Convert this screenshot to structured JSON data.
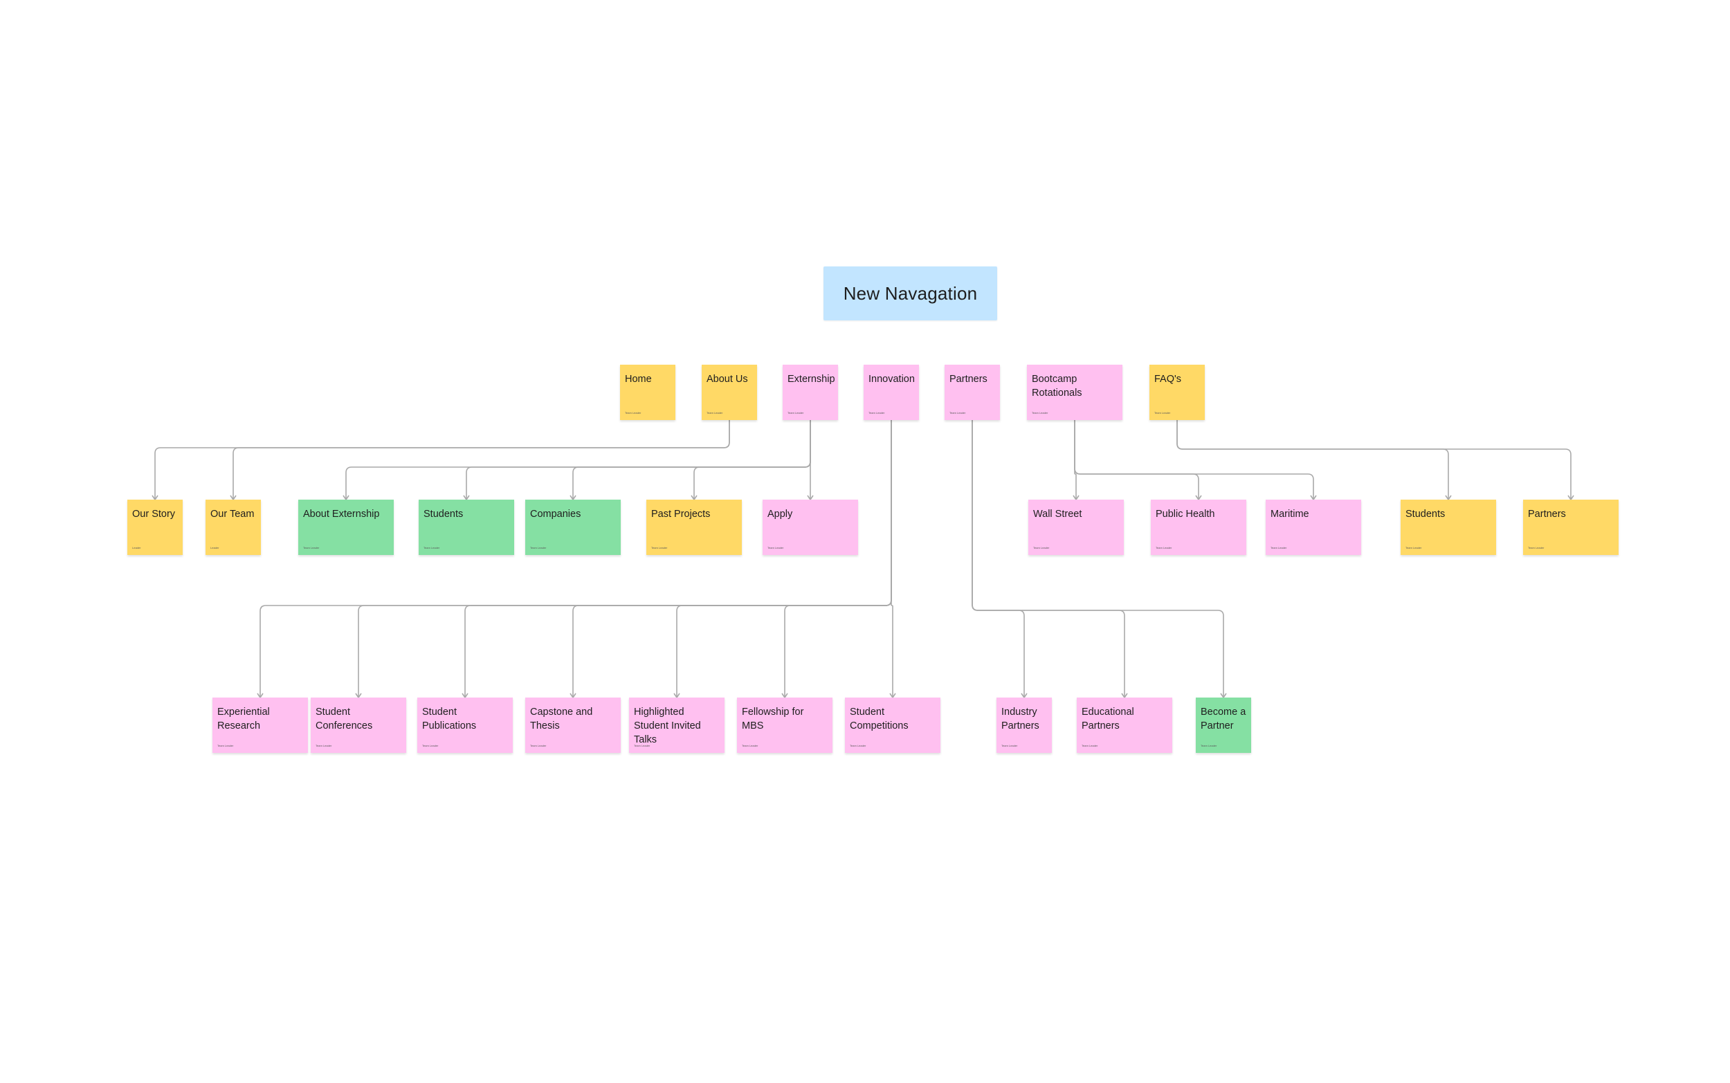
{
  "board": {
    "title": "New Navagation"
  },
  "colors": {
    "yellow": "#ffd966",
    "pink": "#ffc0f0",
    "green": "#85e0a3",
    "title_fill": "#c2e5ff",
    "connector": "#a9a9a9"
  },
  "stickies": [
    {
      "id": "home",
      "label": "Home",
      "color": "yellow",
      "author": "Team Leader"
    },
    {
      "id": "about-us",
      "label": "About Us",
      "color": "yellow",
      "author": "Team Leader"
    },
    {
      "id": "externship",
      "label": "Externship",
      "color": "pink",
      "author": "Team Leader"
    },
    {
      "id": "innovation",
      "label": "Innovation",
      "color": "pink",
      "author": "Team Leader"
    },
    {
      "id": "partners",
      "label": "Partners",
      "color": "pink",
      "author": "Team Leader"
    },
    {
      "id": "bootcamp-rotationals",
      "label": "Bootcamp Rotationals",
      "color": "pink",
      "author": "Team Leader"
    },
    {
      "id": "faqs",
      "label": "FAQ's",
      "color": "yellow",
      "author": "Team Leader"
    },
    {
      "id": "our-story",
      "label": "Our Story",
      "color": "yellow",
      "author": "Leader"
    },
    {
      "id": "our-team",
      "label": "Our Team",
      "color": "yellow",
      "author": "Leader"
    },
    {
      "id": "about-externship",
      "label": "About Externship",
      "color": "green",
      "author": "Team Leader"
    },
    {
      "id": "students-ext",
      "label": "Students",
      "color": "green",
      "author": "Team Leader"
    },
    {
      "id": "companies",
      "label": "Companies",
      "color": "green",
      "author": "Team Leader"
    },
    {
      "id": "past-projects",
      "label": "Past Projects",
      "color": "yellow",
      "author": "Team Leader"
    },
    {
      "id": "apply",
      "label": "Apply",
      "color": "pink",
      "author": "Team Leader"
    },
    {
      "id": "wall-street",
      "label": "Wall Street",
      "color": "pink",
      "author": "Team Leader"
    },
    {
      "id": "public-health",
      "label": "Public Health",
      "color": "pink",
      "author": "Team Leader"
    },
    {
      "id": "maritime",
      "label": "Maritime",
      "color": "pink",
      "author": "Team Leader"
    },
    {
      "id": "students-faq",
      "label": "Students",
      "color": "yellow",
      "author": "Team Leader"
    },
    {
      "id": "partners-faq",
      "label": "Partners",
      "color": "yellow",
      "author": "Team Leader"
    },
    {
      "id": "experiential-research",
      "label": "Experiential Research",
      "color": "pink",
      "author": "Team Leader"
    },
    {
      "id": "student-conferences",
      "label": "Student Conferences",
      "color": "pink",
      "author": "Team Leader"
    },
    {
      "id": "student-publications",
      "label": "Student Publications",
      "color": "pink",
      "author": "Team Leader"
    },
    {
      "id": "capstone-thesis",
      "label": "Capstone and Thesis",
      "color": "pink",
      "author": "Team Leader"
    },
    {
      "id": "highlighted-talks",
      "label": "Highlighted Student Invited Talks",
      "color": "pink",
      "author": "Team Leader"
    },
    {
      "id": "fellowship-mbs",
      "label": "Fellowship for MBS",
      "color": "pink",
      "author": "Team Leader"
    },
    {
      "id": "student-competitions",
      "label": "Student Competitions",
      "color": "pink",
      "author": "Team Leader"
    },
    {
      "id": "industry-partners",
      "label": "Industry Partners",
      "color": "pink",
      "author": "Team Leader"
    },
    {
      "id": "educational-partners",
      "label": "Educational Partners",
      "color": "pink",
      "author": "Team Leader"
    },
    {
      "id": "become-partner",
      "label": "Become a Partner",
      "color": "green",
      "author": "Team Leader"
    }
  ],
  "connections": [
    {
      "from": "about-us",
      "to": "our-story"
    },
    {
      "from": "about-us",
      "to": "our-team"
    },
    {
      "from": "externship",
      "to": "about-externship"
    },
    {
      "from": "externship",
      "to": "students-ext"
    },
    {
      "from": "externship",
      "to": "companies"
    },
    {
      "from": "externship",
      "to": "past-projects"
    },
    {
      "from": "externship",
      "to": "apply"
    },
    {
      "from": "innovation",
      "to": "experiential-research"
    },
    {
      "from": "innovation",
      "to": "student-conferences"
    },
    {
      "from": "innovation",
      "to": "student-publications"
    },
    {
      "from": "innovation",
      "to": "capstone-thesis"
    },
    {
      "from": "innovation",
      "to": "highlighted-talks"
    },
    {
      "from": "innovation",
      "to": "fellowship-mbs"
    },
    {
      "from": "innovation",
      "to": "student-competitions"
    },
    {
      "from": "partners",
      "to": "industry-partners"
    },
    {
      "from": "partners",
      "to": "educational-partners"
    },
    {
      "from": "partners",
      "to": "become-partner"
    },
    {
      "from": "bootcamp-rotationals",
      "to": "wall-street"
    },
    {
      "from": "bootcamp-rotationals",
      "to": "public-health"
    },
    {
      "from": "bootcamp-rotationals",
      "to": "maritime"
    },
    {
      "from": "faqs",
      "to": "students-faq"
    },
    {
      "from": "faqs",
      "to": "partners-faq"
    }
  ]
}
